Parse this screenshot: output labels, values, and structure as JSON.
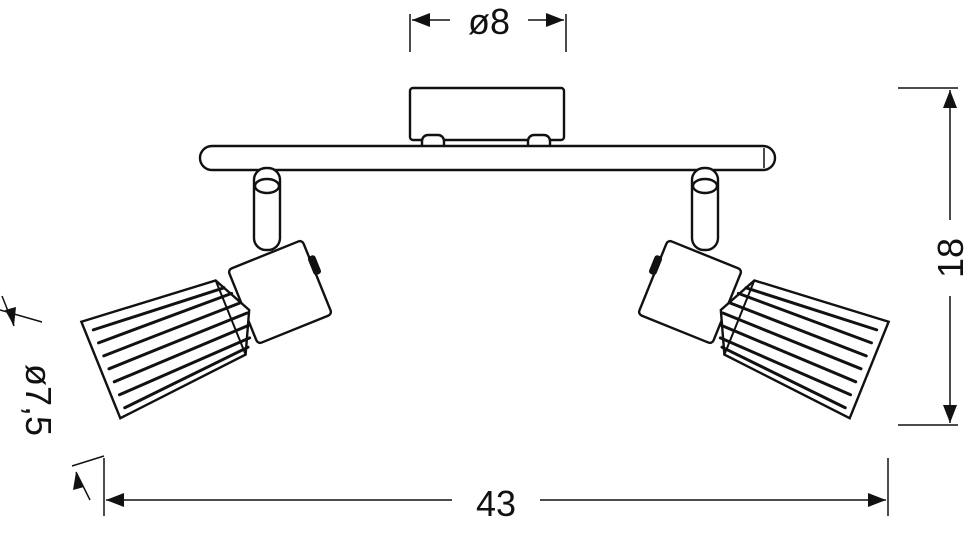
{
  "dimensions": {
    "mount_diameter": "ø8",
    "shade_diameter": "ø7,5",
    "height": "18",
    "width": "43"
  },
  "colors": {
    "line": "#111111",
    "background": "#ffffff"
  }
}
